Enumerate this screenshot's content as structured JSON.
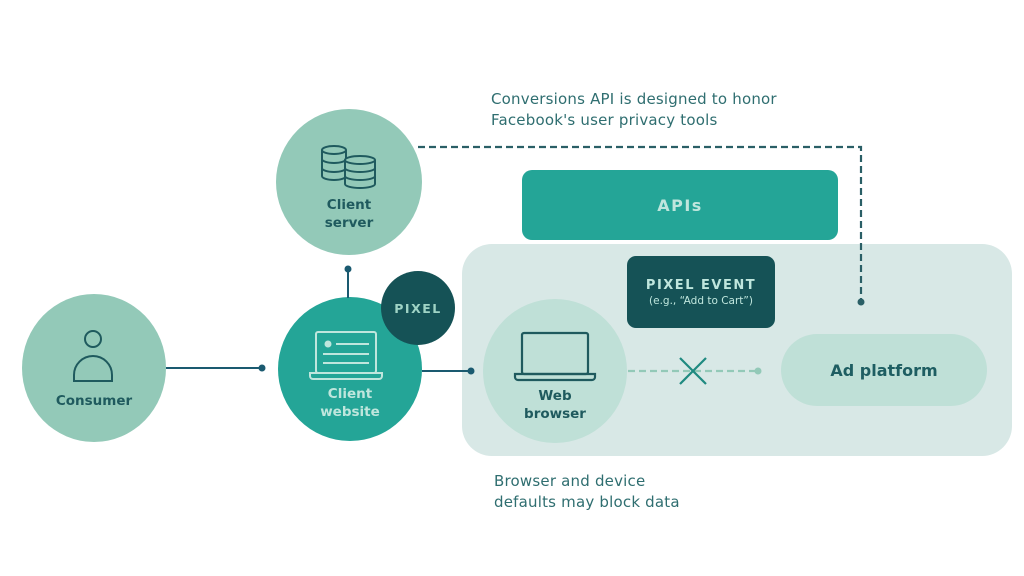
{
  "colors": {
    "light_circle": "#93c9b8",
    "teal": "#24a597",
    "dark_teal": "#155256",
    "panel_bg": "#d8e8e6",
    "pale_node": "#bfe0d7",
    "line": "#1a5a70",
    "note_text": "#2f6e70"
  },
  "notes": {
    "conversions_line1": "Conversions API is designed to honor",
    "conversions_line2": "Facebook's user privacy tools",
    "browser_line1": "Browser and device",
    "browser_line2": "defaults may block data"
  },
  "nodes": {
    "consumer": {
      "label": "Consumer",
      "icon": "person-icon"
    },
    "client_server": {
      "label_line1": "Client",
      "label_line2": "server",
      "icon": "database-icon"
    },
    "client_website": {
      "label_line1": "Client",
      "label_line2": "website",
      "icon": "laptop-webpage-icon"
    },
    "pixel": {
      "label": "PIXEL"
    },
    "web_browser": {
      "label_line1": "Web",
      "label_line2": "browser",
      "icon": "laptop-icon"
    },
    "apis": {
      "label": "APIs"
    },
    "pixel_event": {
      "title": "PIXEL EVENT",
      "subtitle": "(e.g., “Add to Cart”)"
    },
    "ad_platform": {
      "label": "Ad platform"
    }
  },
  "connections": {
    "blocked_marker": "x-icon"
  }
}
